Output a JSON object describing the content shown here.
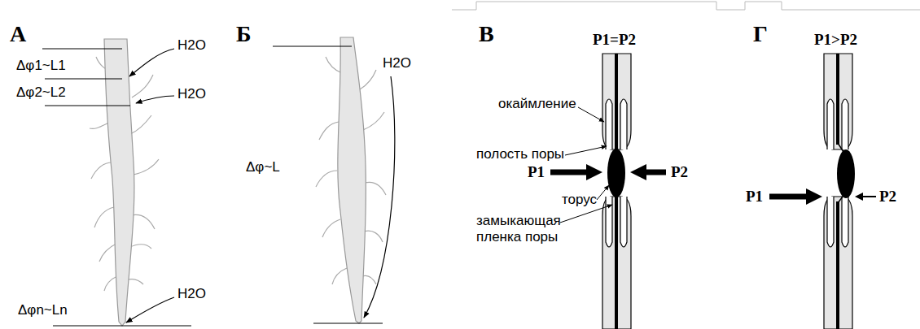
{
  "diagram": {
    "labels": [
      "А",
      "Δφ1~L1",
      "H2O",
      "Δφ2~L2",
      "H2O",
      "Δφn~Ln",
      "H2O",
      "Б",
      "H2O",
      "Δφ~L",
      "В",
      "P1=P2",
      "окаймление",
      "полость поры",
      "P1",
      "торус",
      "P2",
      "замыкающая пленка поры",
      "Г",
      "P1>P2",
      "P1",
      "P2"
    ]
  }
}
